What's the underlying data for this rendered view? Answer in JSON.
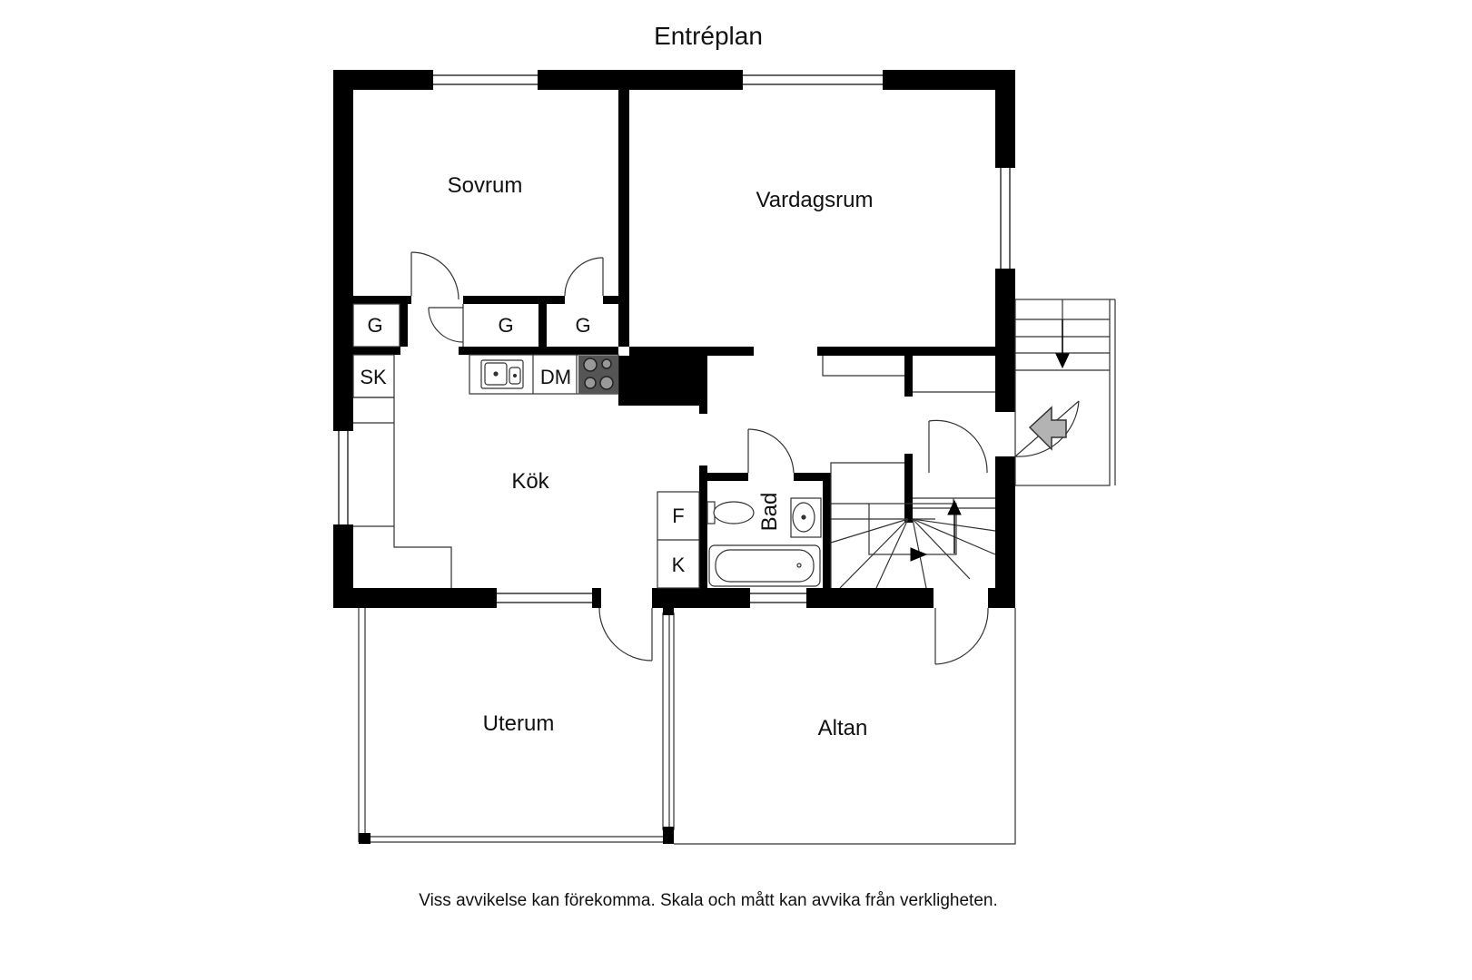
{
  "title": "Entréplan",
  "rooms": {
    "sovrum": "Sovrum",
    "vardagsrum": "Vardagsrum",
    "kok": "Kök",
    "bad": "Bad",
    "uterum": "Uterum",
    "altan": "Altan"
  },
  "fixtures": {
    "g1": "G",
    "g2": "G",
    "g3": "G",
    "sk": "SK",
    "dm": "DM",
    "f": "F",
    "k": "K"
  },
  "disclaimer": "Viss avvikelse kan förekomma. Skala och mått kan avvika från verkligheten.",
  "colors": {
    "wall": "#000000",
    "line": "#333333",
    "stove": "#555555",
    "arrow": "#b3b3b3"
  }
}
